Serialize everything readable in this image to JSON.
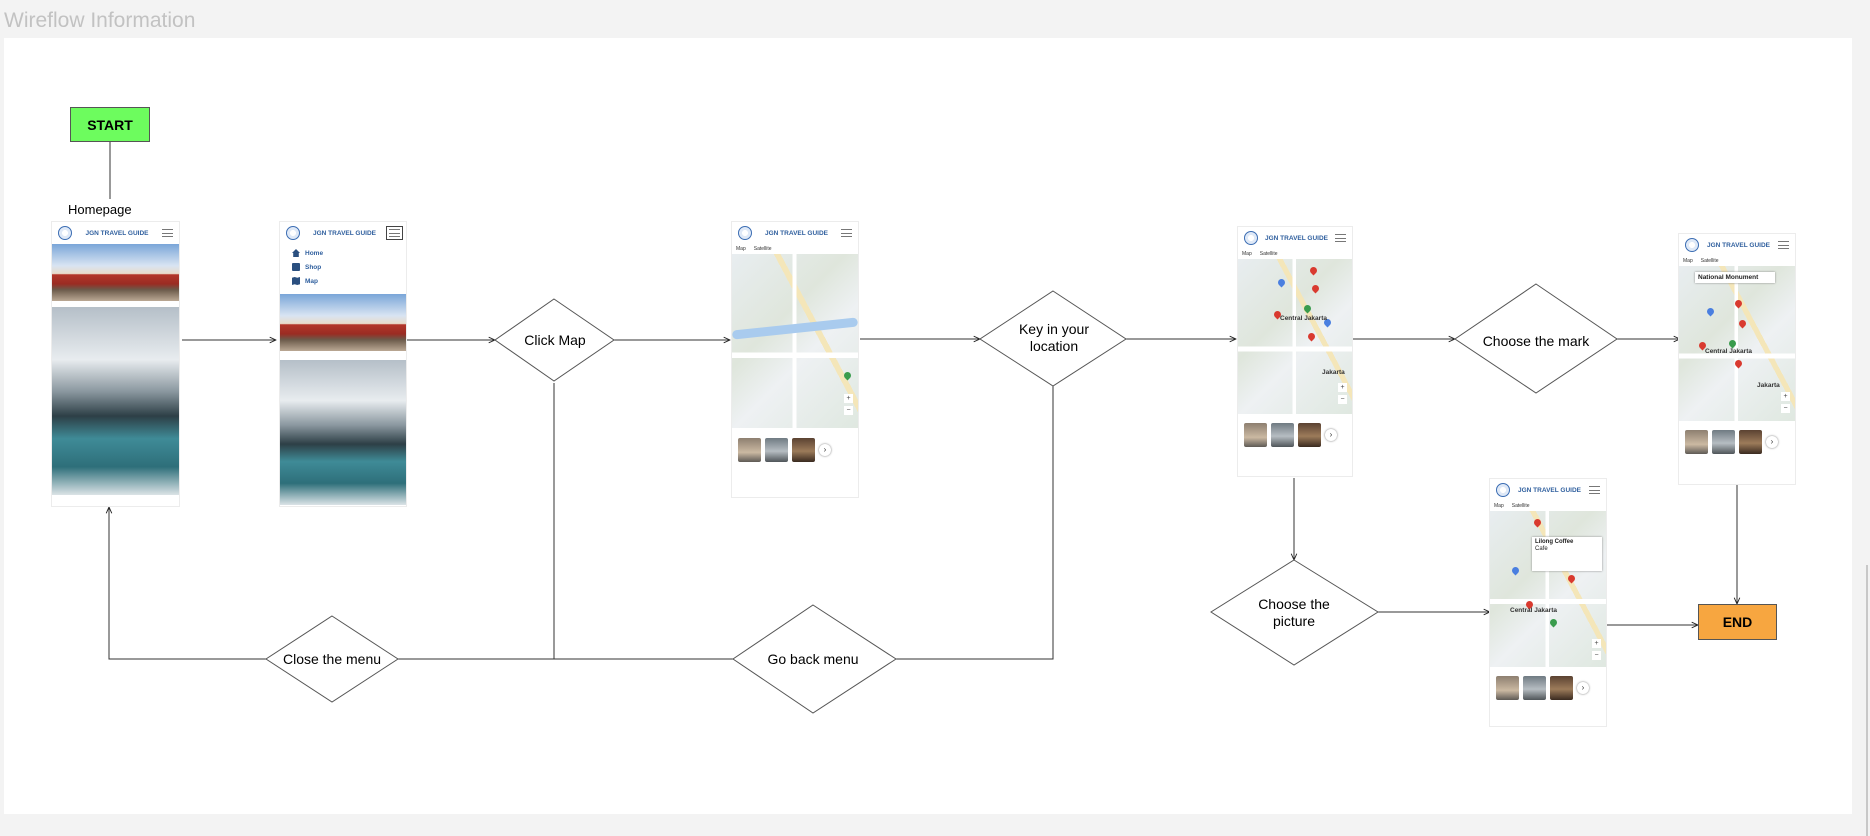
{
  "page": {
    "title": "Wireflow Information"
  },
  "nodes": {
    "start": "START",
    "end": "END",
    "homepage_label": "Homepage",
    "click_map": "Click Map",
    "key_location": "Key in your location",
    "choose_mark": "Choose the mark",
    "choose_picture": "Choose the picture",
    "close_menu": "Close the menu",
    "go_back_menu": "Go back menu"
  },
  "colors": {
    "start": "#6dfc5e",
    "end": "#f7a640",
    "brand_text": "#2f5f9e"
  },
  "app": {
    "brand": "JGN TRAVEL GUIDE",
    "menu": [
      "Home",
      "Shop",
      "Map"
    ],
    "map_tabs": [
      "Map",
      "Satellite"
    ],
    "city": "Jakarta",
    "area": "Central Jakarta",
    "info_popup_title": "National Monument",
    "coffee_card": {
      "name": "Lilong Coffee",
      "type": "Cafe"
    }
  },
  "icons": {
    "logo": "globe-logo-icon",
    "menu": "hamburger-menu-icon",
    "home": "home-icon",
    "shop": "shop-icon",
    "map": "map-icon",
    "pin": "map-pin-icon",
    "next": "chevron-right-icon"
  }
}
